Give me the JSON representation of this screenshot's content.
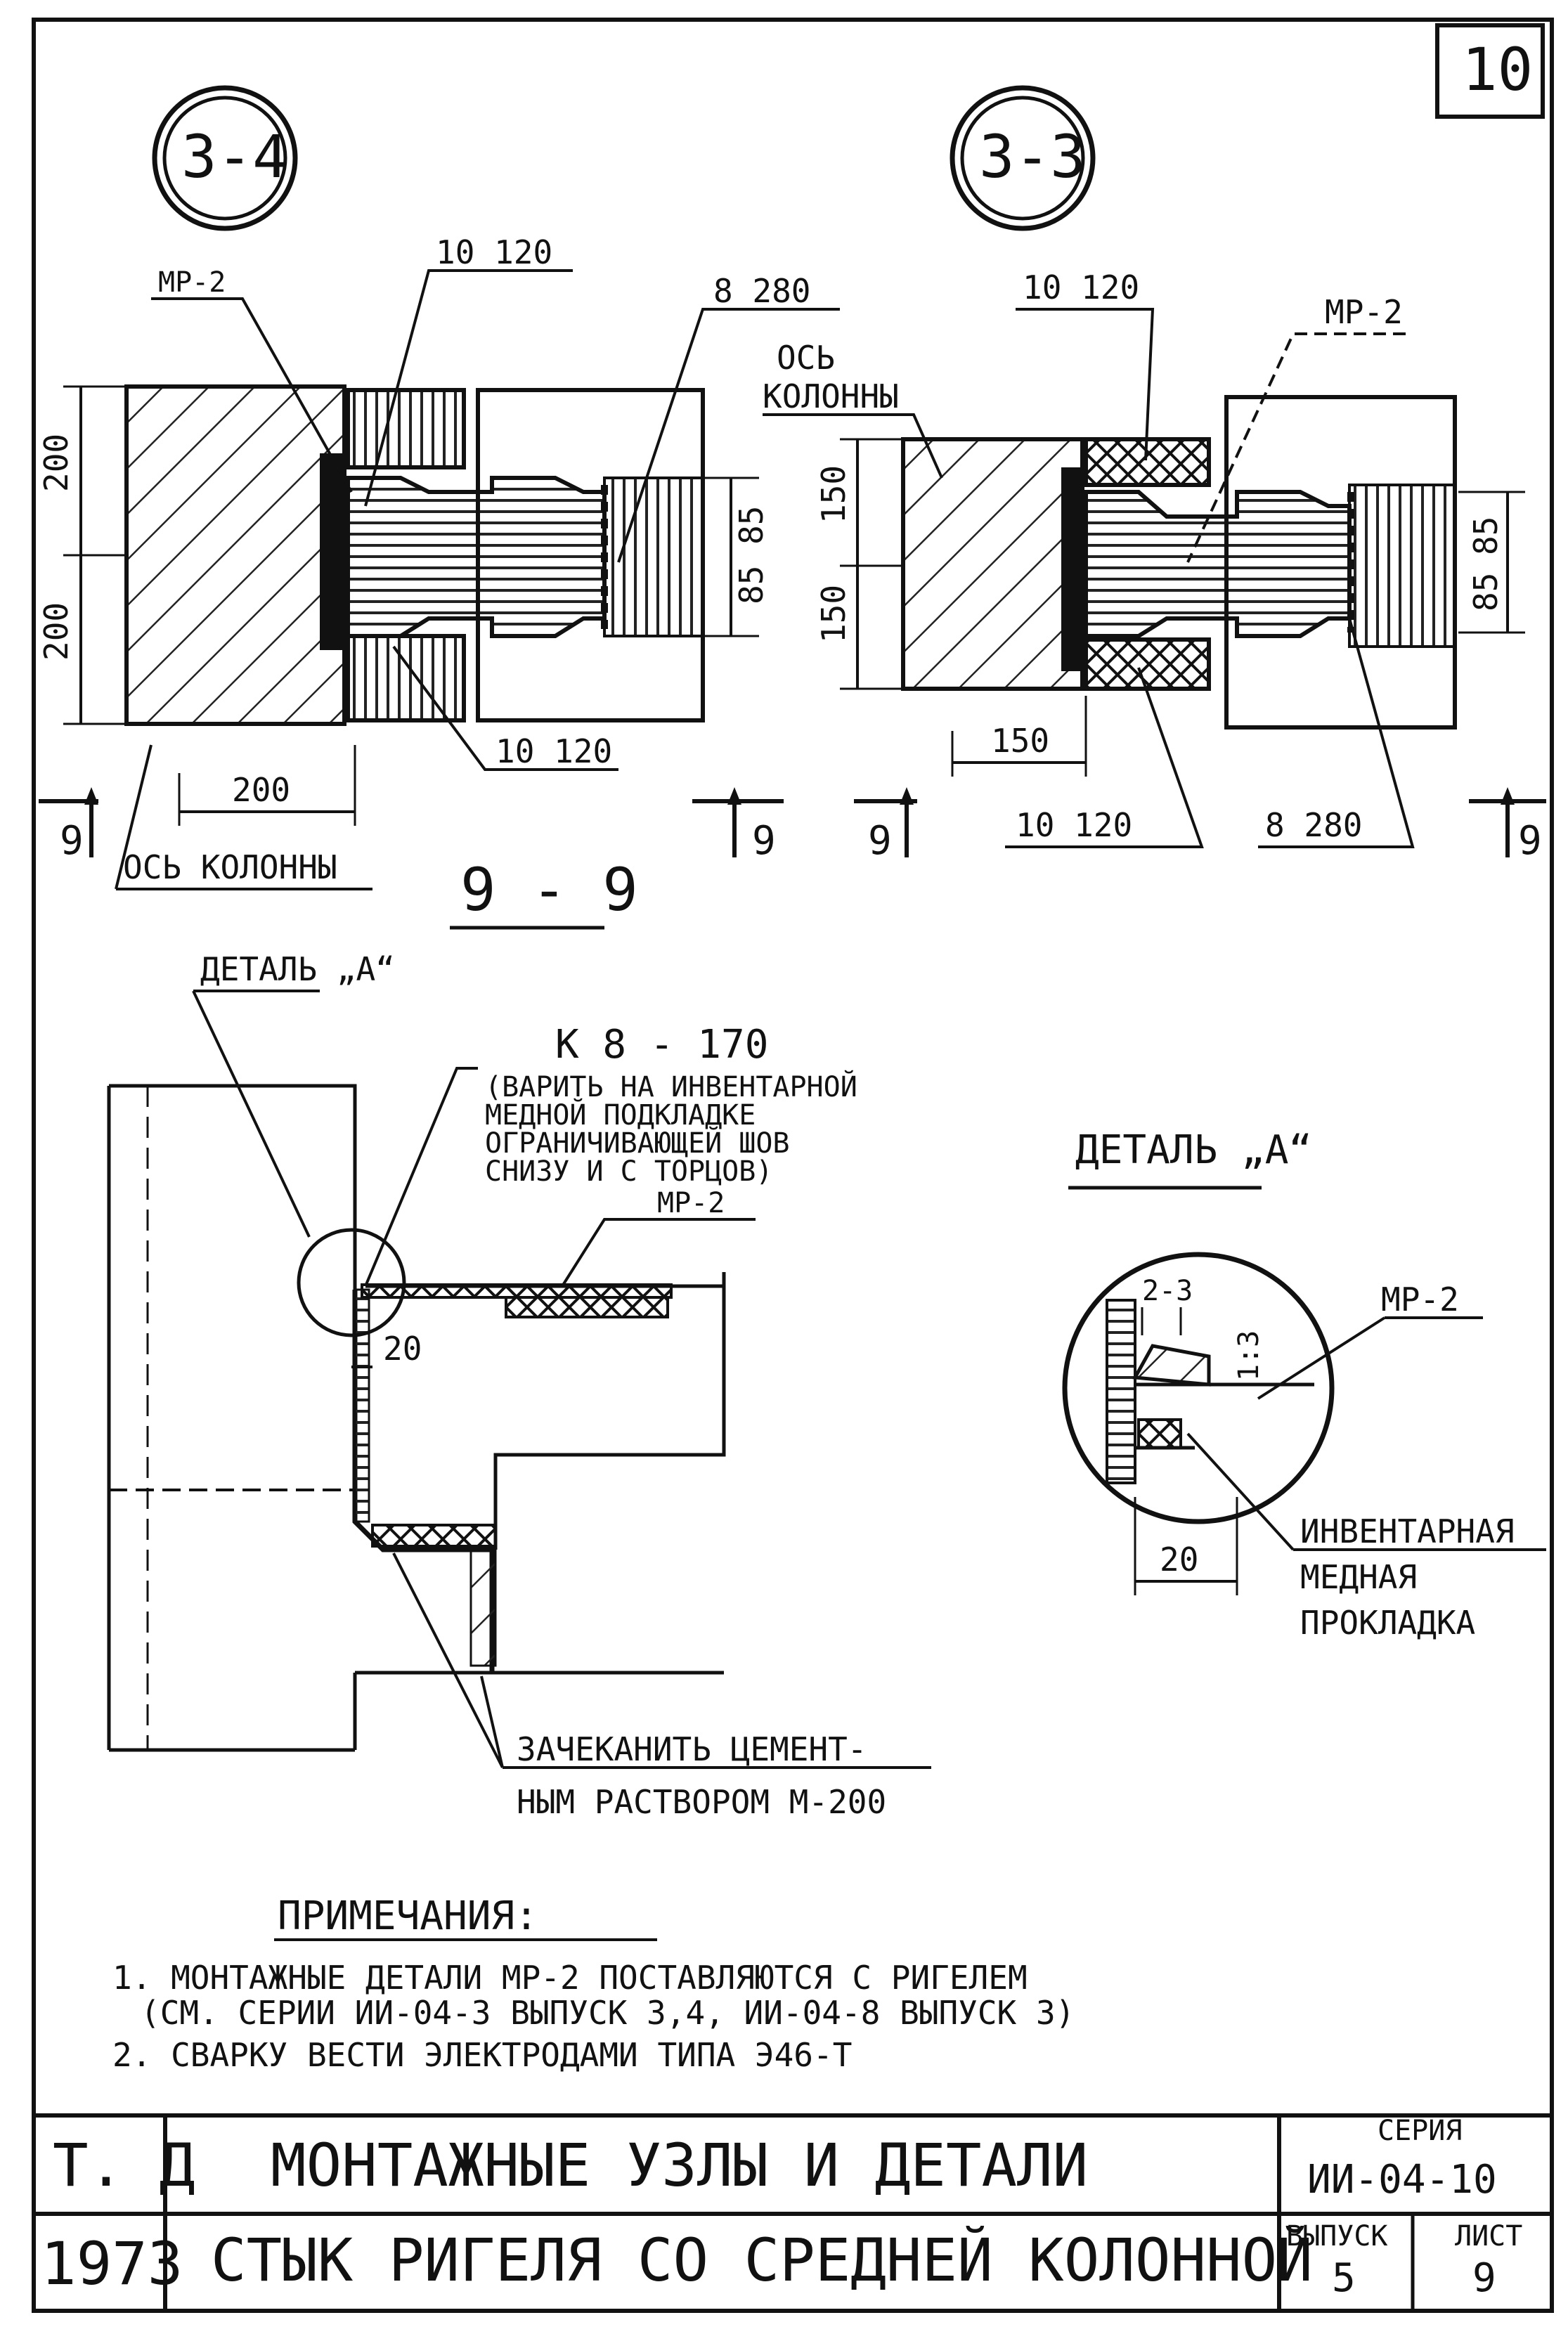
{
  "sheet_number": "10",
  "markers": {
    "left": "3-4",
    "right": "3-3"
  },
  "labels": {
    "mr2": "МР-2",
    "weld_10_120": "10 120",
    "weld_8_280": "8 280",
    "axis": "ОСЬ КОЛОННЫ",
    "axis_line1": "ОСЬ",
    "axis_line2": "КОЛОННЫ",
    "section_mark": "9",
    "section_title": "9 - 9",
    "detail_a_ref": "ДЕТАЛЬ „А“",
    "weld_k8_170": "К 8 - 170",
    "weld_note": [
      "(ВАРИТЬ НА ИНВЕНТАРНОЙ",
      "МЕДНОЙ ПОДКЛАДКЕ",
      "ОГРАНИЧИВАЮЩЕЙ ШОВ",
      "СНИЗУ И С ТОРЦОВ)"
    ],
    "caulk": [
      "ЗАЧЕКАНИТЬ ЦЕМЕНТ-",
      "НЫМ РАСТВОРОМ М-200"
    ],
    "detail_a_title": "ДЕТАЛЬ „А“",
    "gap": "2-3",
    "slope": "1:3",
    "pad": [
      "ИНВЕНТАРНАЯ",
      "МЕДНАЯ",
      "ПРОКЛАДКА"
    ]
  },
  "dims": {
    "d200": "200",
    "d150": "150",
    "d85": "85",
    "d20": "20"
  },
  "notes": {
    "title": "ПРИМЕЧАНИЯ:",
    "items": [
      "1. МОНТАЖНЫЕ ДЕТАЛИ МР-2 ПОСТАВЛЯЮТСЯ С РИГЕЛЕМ",
      "(СМ. СЕРИИ ИИ-04-3 ВЫПУСК 3,4, ИИ-04-8 ВЫПУСК 3)",
      "2. СВАРКУ ВЕСТИ ЭЛЕКТРОДАМИ ТИПА Э46-Т"
    ]
  },
  "title_block": {
    "org": "Т. Д",
    "year": "1973",
    "title1": "МОНТАЖНЫЕ УЗЛЫ И ДЕТАЛИ",
    "title2": "СТЫК РИГЕЛЯ СО СРЕДНЕЙ КОЛОННОЙ",
    "series_label": "СЕРИЯ",
    "series": "ИИ-04-10",
    "issue_label": "ВЫПУСК",
    "issue": "5",
    "sheet_label": "ЛИСТ",
    "sheet": "9"
  }
}
